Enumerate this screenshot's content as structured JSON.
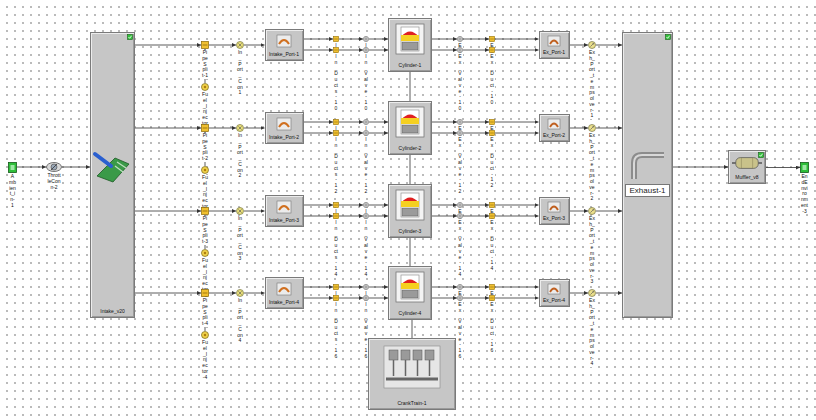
{
  "diagram": {
    "nodes": [
      {
        "text": [
          "Ambient_in-1"
        ]
      },
      {
        "text": [
          "ThrottleConn-2"
        ]
      },
      {
        "text": [
          "Intake_v20"
        ]
      },
      {
        "text": [
          "PipeSplit-1"
        ]
      },
      {
        "text": [
          "In_Port_Con1"
        ]
      },
      {
        "text": [
          "Fuel_Injector-1"
        ]
      },
      {
        "text": [
          "Intake_Port-1"
        ]
      },
      {
        "text": [
          "In_Ducts-9"
        ]
      },
      {
        "text": [
          "In_Valve-9"
        ]
      },
      {
        "text": [
          "In_Ducts-10"
        ]
      },
      {
        "text": [
          "In_Valve-10"
        ]
      },
      {
        "text": [
          "Cylinder-1"
        ]
      },
      {
        "text": [
          "Ex_Valve-9"
        ]
      },
      {
        "text": [
          "Ex_Duct-9"
        ]
      },
      {
        "text": [
          "Ex_Valve-10"
        ]
      },
      {
        "text": [
          "Ex_Duct-10"
        ]
      },
      {
        "text": [
          "Ex_Port-1"
        ]
      },
      {
        "text": [
          "Exh_Port_tempsolver-1"
        ]
      },
      {
        "text": [
          "PipeSplit-2"
        ]
      },
      {
        "text": [
          "In_Port_Con2"
        ]
      },
      {
        "text": [
          "Fuel_Injector-2"
        ]
      },
      {
        "text": [
          "Intake_Port-2"
        ]
      },
      {
        "text": [
          "In_Ducts-11"
        ]
      },
      {
        "text": [
          "In_Valve-11"
        ]
      },
      {
        "text": [
          "In_Ducts-12"
        ]
      },
      {
        "text": [
          "In_Valve-12"
        ]
      },
      {
        "text": [
          "Cylinder-2"
        ]
      },
      {
        "text": [
          "Ex_Valve-11"
        ]
      },
      {
        "text": [
          "Ex_Duct-11"
        ]
      },
      {
        "text": [
          "Ex_Valve-12"
        ]
      },
      {
        "text": [
          "Ex_Duct-12"
        ]
      },
      {
        "text": [
          "Ex_Port-2"
        ]
      },
      {
        "text": [
          "Exh_Port_tempsolver-2"
        ]
      },
      {
        "text": [
          "PipeSplit-3"
        ]
      },
      {
        "text": [
          "In_Port_Con3"
        ]
      },
      {
        "text": [
          "Fuel_Injector-3"
        ]
      },
      {
        "text": [
          "Intake_Port-3"
        ]
      },
      {
        "text": [
          "In_Ducts-13"
        ]
      },
      {
        "text": [
          "In_Valve-13"
        ]
      },
      {
        "text": [
          "In_Ducts-14"
        ]
      },
      {
        "text": [
          "In_Valve-14"
        ]
      },
      {
        "text": [
          "Cylinder-3"
        ]
      },
      {
        "text": [
          "Ex_Valve-13"
        ]
      },
      {
        "text": [
          "Ex_Duct-13"
        ]
      },
      {
        "text": [
          "Ex_Valve-14"
        ]
      },
      {
        "text": [
          "Ex_Duct-14"
        ]
      },
      {
        "text": [
          "Ex_Port-3"
        ]
      },
      {
        "text": [
          "Exh_Port_tempsolver-3"
        ]
      },
      {
        "text": [
          "PipeSplit-4"
        ]
      },
      {
        "text": [
          "In_Port_Con4"
        ]
      },
      {
        "text": [
          "Fuel_Injector-4"
        ]
      },
      {
        "text": [
          "Intake_Port-4"
        ]
      },
      {
        "text": [
          "In_Ducts-15"
        ]
      },
      {
        "text": [
          "In_Valve-15"
        ]
      },
      {
        "text": [
          "In_Ducts-16"
        ]
      },
      {
        "text": [
          "In_Valve-16"
        ]
      },
      {
        "text": [
          "Cylinder-4"
        ]
      },
      {
        "text": [
          "Ex_Valve-15"
        ]
      },
      {
        "text": [
          "Ex_Duct-15"
        ]
      },
      {
        "text": [
          "Ex_Valve-16"
        ]
      },
      {
        "text": [
          "Ex_Duct-16"
        ]
      },
      {
        "text": [
          "Ex_Port-4"
        ]
      },
      {
        "text": [
          "Exh_Port_tempsolver-4"
        ]
      },
      {
        "text": [
          "Exhaust-1"
        ]
      },
      {
        "text": [
          "Muffler_v8"
        ]
      },
      {
        "text": [
          "EndEnvironment-3"
        ]
      },
      {
        "text": [
          "CrankTrain-1"
        ]
      }
    ],
    "edges": [
      {
        "from": 0,
        "to": 1,
        "arrow": "to"
      },
      {
        "from": 1,
        "to": 2,
        "arrow": "to"
      },
      {
        "from": 2,
        "to": 3,
        "arrow": "to"
      },
      {
        "from": 5,
        "to": 3,
        "arrow": "to"
      },
      {
        "from": 3,
        "to": 4,
        "arrow": "to"
      },
      {
        "from": 4,
        "to": 6,
        "arrow": "to"
      },
      {
        "from": 6,
        "to": 7,
        "arrow": "to"
      },
      {
        "from": 7,
        "to": 8,
        "arrow": "to"
      },
      {
        "from": 8,
        "to": 11,
        "arrow": "to"
      },
      {
        "from": 6,
        "to": 9,
        "arrow": "to"
      },
      {
        "from": 9,
        "to": 10,
        "arrow": "to"
      },
      {
        "from": 10,
        "to": 11,
        "arrow": "to"
      },
      {
        "from": 11,
        "to": 12,
        "arrow": "to"
      },
      {
        "from": 12,
        "to": 13,
        "arrow": "to"
      },
      {
        "from": 13,
        "to": 16,
        "arrow": "to"
      },
      {
        "from": 11,
        "to": 14,
        "arrow": "to"
      },
      {
        "from": 14,
        "to": 15,
        "arrow": "to"
      },
      {
        "from": 15,
        "to": 16,
        "arrow": "to"
      },
      {
        "from": 16,
        "to": 17,
        "arrow": "to"
      },
      {
        "from": 17,
        "to": 63,
        "arrow": "to"
      },
      {
        "from": 2,
        "to": 18,
        "arrow": "to"
      },
      {
        "from": 20,
        "to": 18,
        "arrow": "to"
      },
      {
        "from": 18,
        "to": 19,
        "arrow": "to"
      },
      {
        "from": 19,
        "to": 21,
        "arrow": "to"
      },
      {
        "from": 21,
        "to": 22,
        "arrow": "to"
      },
      {
        "from": 22,
        "to": 23,
        "arrow": "to"
      },
      {
        "from": 23,
        "to": 26,
        "arrow": "to"
      },
      {
        "from": 21,
        "to": 24,
        "arrow": "to"
      },
      {
        "from": 24,
        "to": 25,
        "arrow": "to"
      },
      {
        "from": 25,
        "to": 26,
        "arrow": "to"
      },
      {
        "from": 26,
        "to": 27,
        "arrow": "to"
      },
      {
        "from": 27,
        "to": 28,
        "arrow": "to"
      },
      {
        "from": 28,
        "to": 31,
        "arrow": "to"
      },
      {
        "from": 26,
        "to": 29,
        "arrow": "to"
      },
      {
        "from": 29,
        "to": 30,
        "arrow": "to"
      },
      {
        "from": 30,
        "to": 31,
        "arrow": "to"
      },
      {
        "from": 31,
        "to": 32,
        "arrow": "to"
      },
      {
        "from": 32,
        "to": 63,
        "arrow": "to"
      },
      {
        "from": 2,
        "to": 33,
        "arrow": "to"
      },
      {
        "from": 35,
        "to": 33,
        "arrow": "to"
      },
      {
        "from": 33,
        "to": 34,
        "arrow": "to"
      },
      {
        "from": 34,
        "to": 36,
        "arrow": "to"
      },
      {
        "from": 36,
        "to": 37,
        "arrow": "to"
      },
      {
        "from": 37,
        "to": 38,
        "arrow": "to"
      },
      {
        "from": 38,
        "to": 41,
        "arrow": "to"
      },
      {
        "from": 36,
        "to": 39,
        "arrow": "to"
      },
      {
        "from": 39,
        "to": 40,
        "arrow": "to"
      },
      {
        "from": 40,
        "to": 41,
        "arrow": "to"
      },
      {
        "from": 41,
        "to": 42,
        "arrow": "to"
      },
      {
        "from": 42,
        "to": 43,
        "arrow": "to"
      },
      {
        "from": 43,
        "to": 46,
        "arrow": "to"
      },
      {
        "from": 41,
        "to": 44,
        "arrow": "to"
      },
      {
        "from": 44,
        "to": 45,
        "arrow": "to"
      },
      {
        "from": 45,
        "to": 46,
        "arrow": "to"
      },
      {
        "from": 46,
        "to": 47,
        "arrow": "to"
      },
      {
        "from": 47,
        "to": 63,
        "arrow": "to"
      },
      {
        "from": 2,
        "to": 48,
        "arrow": "to"
      },
      {
        "from": 50,
        "to": 48,
        "arrow": "to"
      },
      {
        "from": 48,
        "to": 49,
        "arrow": "to"
      },
      {
        "from": 49,
        "to": 51,
        "arrow": "to"
      },
      {
        "from": 51,
        "to": 52,
        "arrow": "to"
      },
      {
        "from": 52,
        "to": 53,
        "arrow": "to"
      },
      {
        "from": 53,
        "to": 56,
        "arrow": "to"
      },
      {
        "from": 51,
        "to": 54,
        "arrow": "to"
      },
      {
        "from": 54,
        "to": 55,
        "arrow": "to"
      },
      {
        "from": 55,
        "to": 56,
        "arrow": "to"
      },
      {
        "from": 56,
        "to": 57,
        "arrow": "to"
      },
      {
        "from": 57,
        "to": 58,
        "arrow": "to"
      },
      {
        "from": 58,
        "to": 61,
        "arrow": "to"
      },
      {
        "from": 56,
        "to": 59,
        "arrow": "to"
      },
      {
        "from": 59,
        "to": 60,
        "arrow": "to"
      },
      {
        "from": 60,
        "to": 61,
        "arrow": "to"
      },
      {
        "from": 61,
        "to": 62,
        "arrow": "to"
      },
      {
        "from": 62,
        "to": 63,
        "arrow": "to"
      },
      {
        "from": 11,
        "to": 26,
        "arrow": "none"
      },
      {
        "from": 26,
        "to": 41,
        "arrow": "none"
      },
      {
        "from": 41,
        "to": 56,
        "arrow": "none"
      },
      {
        "from": 56,
        "to": 66,
        "arrow": "none"
      },
      {
        "from": 63,
        "to": 64,
        "arrow": "to"
      },
      {
        "from": 64,
        "to": 65,
        "arrow": "to"
      }
    ]
  }
}
